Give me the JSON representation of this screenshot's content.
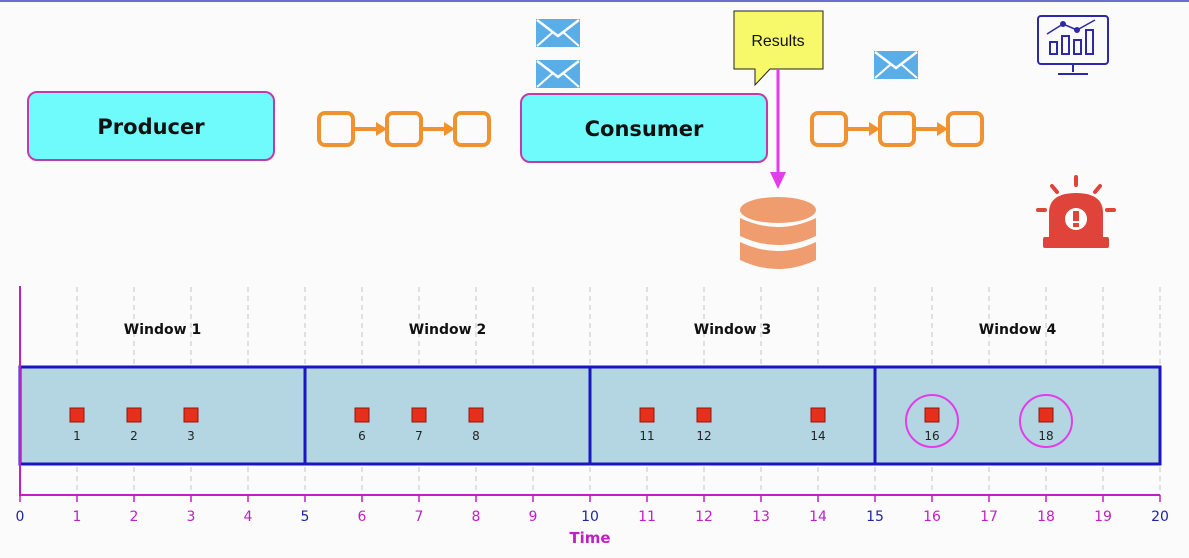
{
  "top": {
    "producer_label": "Producer",
    "consumer_label": "Consumer",
    "results_label": "Results"
  },
  "icons": {
    "envelope": "envelope-icon",
    "monitor": "monitor-chart-icon",
    "database": "database-icon",
    "alarm": "alarm-siren-icon",
    "queue": "queue-chain-icon"
  },
  "colors": {
    "box_fill": "#6ffbfc",
    "box_stroke": "#c43aa8",
    "queue": "#f0922f",
    "arrow": "#e23de8",
    "window_fill": "#b4d6e3",
    "window_stroke": "#1a16c4",
    "event": "#e6301c",
    "axis": "#c01fc5",
    "tick_text": "#1f25a0",
    "envelope": "#5aaee8",
    "database": "#ef9d6e",
    "alarm": "#e0433a",
    "callout": "#f7f86a"
  },
  "chart_data": {
    "type": "timeline",
    "xlabel": "Time",
    "xlim": [
      0,
      20
    ],
    "ticks": [
      0,
      1,
      2,
      3,
      4,
      5,
      6,
      7,
      8,
      9,
      10,
      11,
      12,
      13,
      14,
      15,
      16,
      17,
      18,
      19,
      20
    ],
    "windows": [
      {
        "label": "Window 1",
        "start": 0,
        "end": 5
      },
      {
        "label": "Window 2",
        "start": 5,
        "end": 10
      },
      {
        "label": "Window 3",
        "start": 10,
        "end": 15
      },
      {
        "label": "Window 4",
        "start": 15,
        "end": 20
      }
    ],
    "events": [
      {
        "t": 1,
        "label": "1",
        "highlighted": false
      },
      {
        "t": 2,
        "label": "2",
        "highlighted": false
      },
      {
        "t": 3,
        "label": "3",
        "highlighted": false
      },
      {
        "t": 6,
        "label": "6",
        "highlighted": false
      },
      {
        "t": 7,
        "label": "7",
        "highlighted": false
      },
      {
        "t": 8,
        "label": "8",
        "highlighted": false
      },
      {
        "t": 11,
        "label": "11",
        "highlighted": false
      },
      {
        "t": 12,
        "label": "12",
        "highlighted": false
      },
      {
        "t": 14,
        "label": "14",
        "highlighted": false
      },
      {
        "t": 16,
        "label": "16",
        "highlighted": true
      },
      {
        "t": 18,
        "label": "18",
        "highlighted": true
      }
    ],
    "grid": true
  }
}
